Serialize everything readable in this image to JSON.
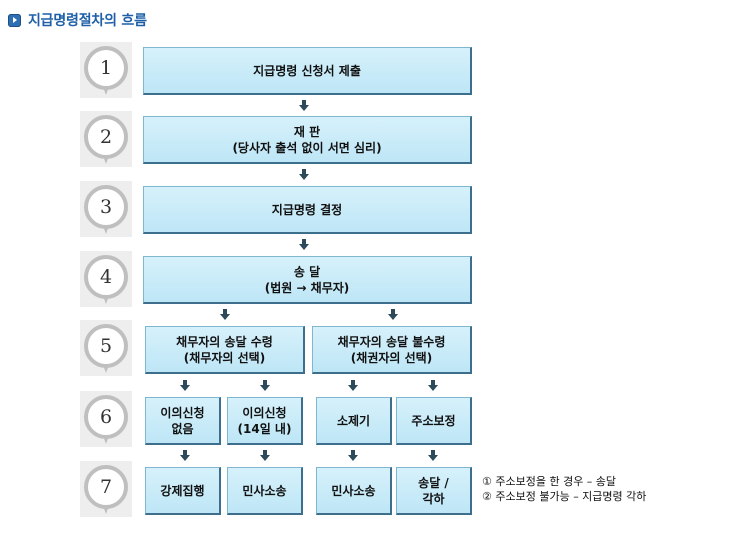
{
  "header": {
    "title": "지급명령절차의 흐름"
  },
  "steps": [
    "1",
    "2",
    "3",
    "4",
    "5",
    "6",
    "7"
  ],
  "boxes": {
    "s1": "지급명령 신청서 제출",
    "s2_line1": "재 판",
    "s2_line2": "(당사자 출석 없이 서면 심리)",
    "s3": "지급명령 결정",
    "s4_line1": "송 달",
    "s4_line2": "(법원 → 채무자)",
    "s5a_line1": "채무자의 송달 수령",
    "s5a_line2": "(채무자의 선택)",
    "s5b_line1": "채무자의 송달 불수령",
    "s5b_line2": "(채권자의 선택)",
    "s6a_line1": "이의신청",
    "s6a_line2": "없음",
    "s6b_line1": "이의신청",
    "s6b_line2": "(14일 내)",
    "s6c": "소제기",
    "s6d": "주소보정",
    "s7a": "강제집행",
    "s7b": "민사소송",
    "s7c": "민사소송",
    "s7d_line1": "송달 /",
    "s7d_line2": "각하"
  },
  "notes": {
    "n1": "① 주소보정을 한 경우 – 송달",
    "n2": "② 주소보정 불가능 – 지급명령 각하"
  }
}
